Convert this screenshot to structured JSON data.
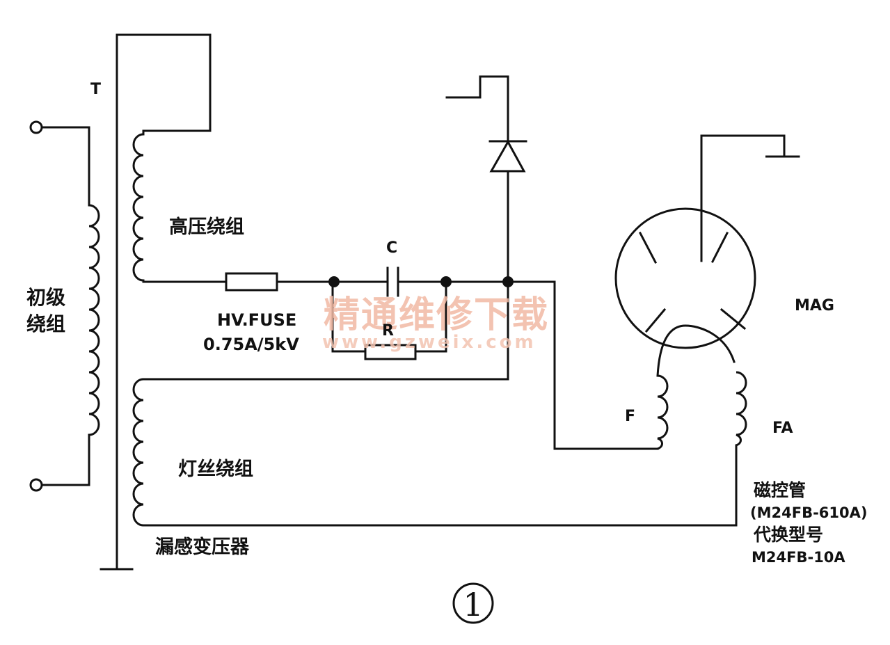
{
  "labels": {
    "transformer": "T",
    "primary_line1": "初级",
    "primary_line2": "绕组",
    "hv_winding": "高压绕组",
    "capacitor": "C",
    "resistor": "R",
    "fuse_line1": "HV.FUSE",
    "fuse_line2": "0.75A/5kV",
    "filament_winding": "灯丝绕组",
    "leakage_transformer": "漏感变压器",
    "magnetron": "MAG",
    "filament_f": "F",
    "filament_fa": "FA",
    "magnetron_desc_1": "磁控管",
    "magnetron_desc_2": "(M24FB-610A)",
    "magnetron_desc_3": "代换型号",
    "magnetron_desc_4": "M24FB-10A",
    "figure_number": "1"
  },
  "watermark": {
    "chinese": "精通维修下载",
    "url": "www.gzweix.com"
  }
}
